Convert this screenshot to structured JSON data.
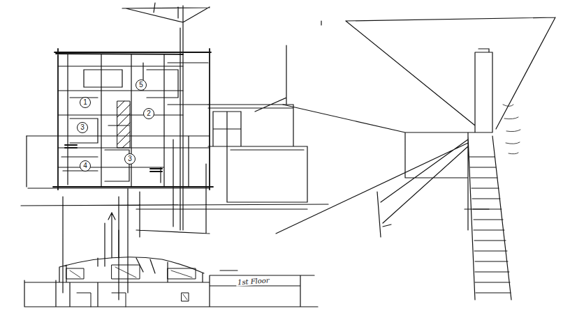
{
  "diagram": {
    "nodes": [
      {
        "text": [
          "5"
        ]
      },
      {
        "text": [
          "1"
        ]
      },
      {
        "text": [
          "2"
        ]
      },
      {
        "text": [
          "3"
        ]
      },
      {
        "text": [
          "3"
        ]
      },
      {
        "text": [
          "4"
        ]
      }
    ],
    "labels": [
      "1st Floor"
    ]
  }
}
